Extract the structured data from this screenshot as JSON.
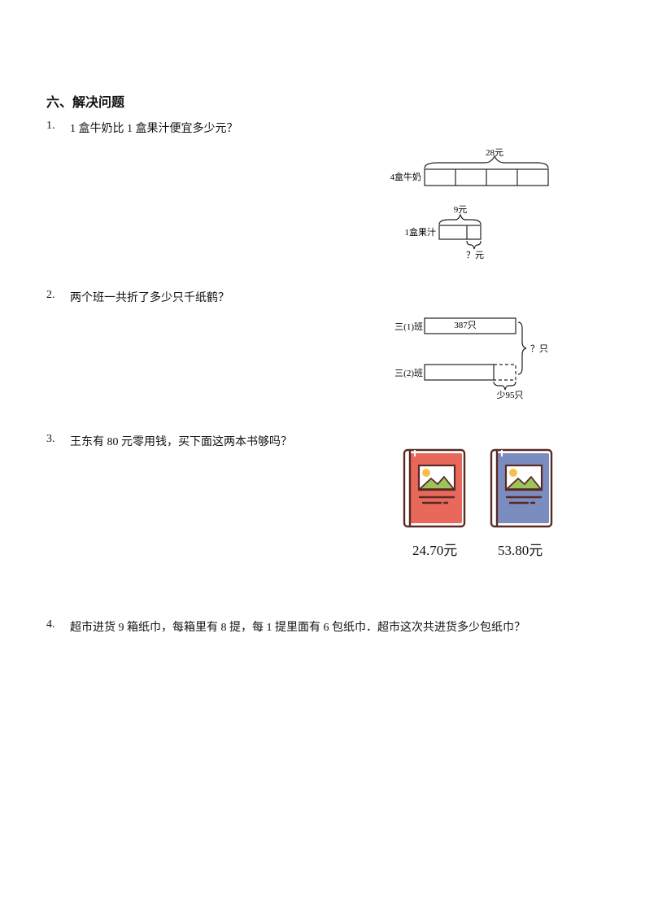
{
  "section": {
    "title": "六、解决问题"
  },
  "questions": [
    {
      "num": "1.",
      "text": "1 盒牛奶比 1 盒果汁便宜多少元？"
    },
    {
      "num": "2.",
      "text": "两个班一共折了多少只千纸鹤？"
    },
    {
      "num": "3.",
      "text": "王东有 80 元零用钱，买下面这两本书够吗？"
    },
    {
      "num": "4.",
      "text": "超市进货 9 箱纸巾，每箱里有 8 提，每 1 提里面有 6 包纸巾．超市这次共进货多少包纸巾？"
    }
  ],
  "diagram1": {
    "milk_label": "4盒牛奶",
    "milk_total": "28元",
    "juice_label": "1盒果汁",
    "juice_total": "9元",
    "question": "？元"
  },
  "diagram2": {
    "class1_label": "三(1)班",
    "class1_value": "387只",
    "class2_label": "三(2)班",
    "diff": "少95只",
    "question": "？只"
  },
  "books": [
    {
      "price": "24.70元",
      "color": "#e8695c"
    },
    {
      "price": "53.80元",
      "color": "#7b8cbe"
    }
  ]
}
